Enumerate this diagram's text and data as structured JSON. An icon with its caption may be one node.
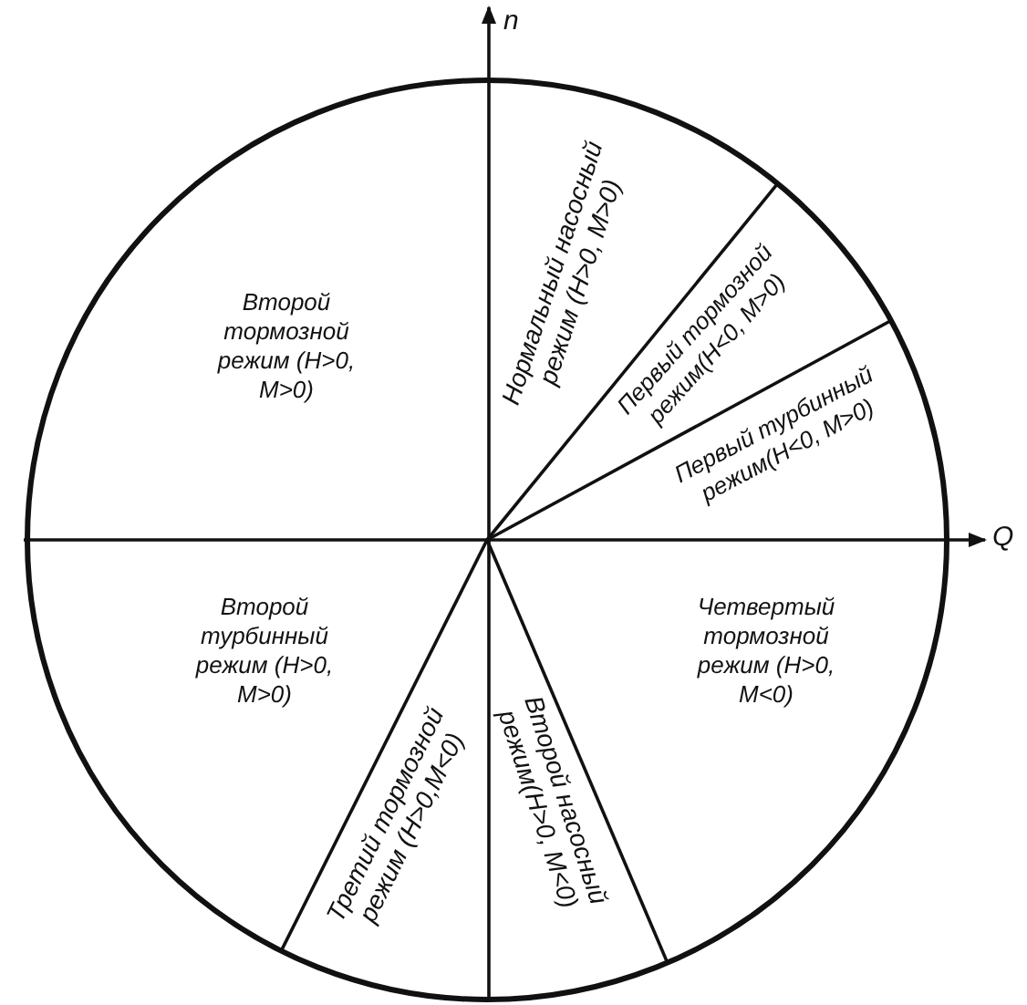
{
  "diagram": {
    "nodes": [
      {
        "text": [
          "Второй тормозной режим (H>0, M>0)"
        ]
      },
      {
        "text": [
          "Нормальный насосный режим (H>0, M>0)"
        ]
      },
      {
        "text": [
          "Первый тормозной режим(H<0, M>0)"
        ]
      },
      {
        "text": [
          "Первый турбинный режим(H<0, M>0)"
        ]
      },
      {
        "text": [
          "Второй турбинный режим (H>0, M>0)"
        ]
      },
      {
        "text": [
          "Четвертый тормозной режим (H>0, M<0)"
        ]
      },
      {
        "text": [
          "Третий тормозной режим (H>0,M<0)"
        ]
      },
      {
        "text": [
          "Второй насосный режим(H>0, M<0)"
        ]
      }
    ],
    "labels": [
      "n",
      "Q"
    ]
  }
}
